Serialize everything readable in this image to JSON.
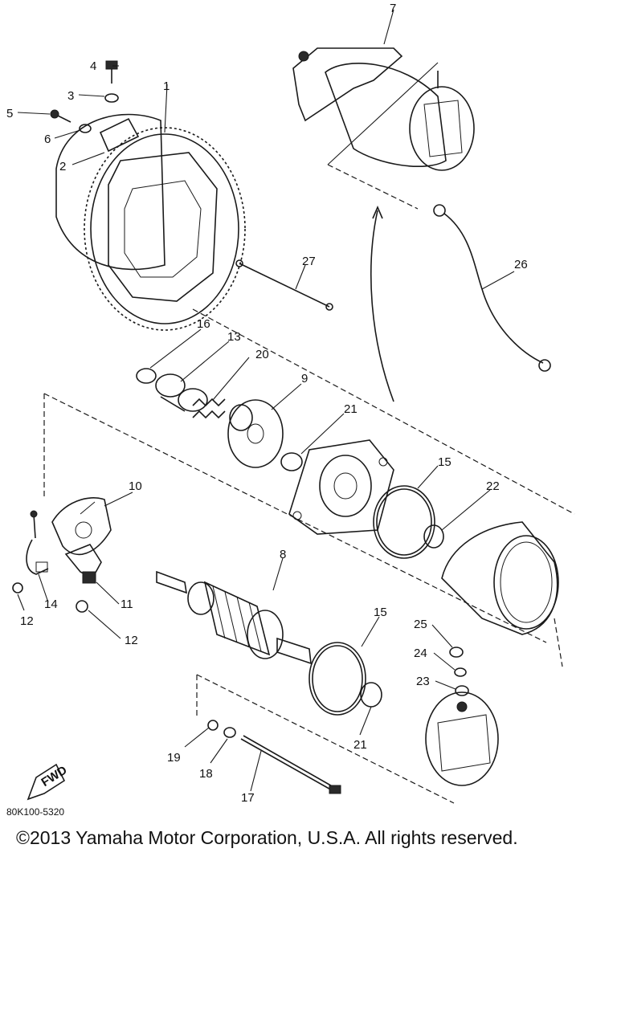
{
  "diagram": {
    "code": "80K100-5320",
    "fwd_label": "FWD",
    "copyright": "©2013 Yamaha Motor Corporation, U.S.A. All rights reserved.",
    "callouts": {
      "c1": "1",
      "c2": "2",
      "c3": "3",
      "c4": "4",
      "c5": "5",
      "c6": "6",
      "c7": "7",
      "c8": "8",
      "c9": "9",
      "c10": "10",
      "c11": "11",
      "c12a": "12",
      "c12b": "12",
      "c13": "13",
      "c14": "14",
      "c15a": "15",
      "c15b": "15",
      "c16": "16",
      "c17": "17",
      "c18": "18",
      "c19": "19",
      "c20": "20",
      "c21a": "21",
      "c21b": "21",
      "c22": "22",
      "c23": "23",
      "c24": "24",
      "c25": "25",
      "c26": "26",
      "c27": "27"
    }
  }
}
